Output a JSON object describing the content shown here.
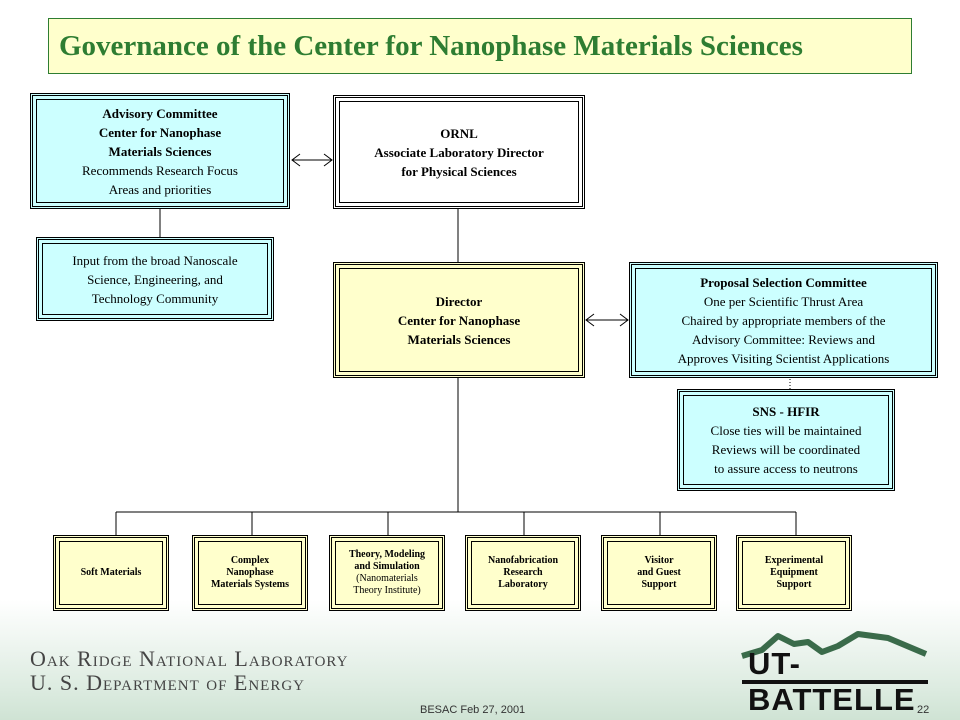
{
  "title": "Governance of the Center for Nanophase Materials Sciences",
  "advisory": {
    "lines_bold": [
      "Advisory Committee",
      "Center for Nanophase",
      "Materials Sciences"
    ],
    "lines": [
      "Recommends Research Focus",
      "Areas and priorities"
    ]
  },
  "ornl": {
    "lines_bold": [
      "ORNL",
      "Associate Laboratory Director",
      "for Physical Sciences"
    ]
  },
  "input": {
    "lines": [
      "Input from the broad Nanoscale",
      "Science, Engineering, and",
      "Technology Community"
    ]
  },
  "director": {
    "lines_bold": [
      "Director",
      "Center for Nanophase",
      "Materials Sciences"
    ]
  },
  "proposal": {
    "lines_bold": [
      "Proposal Selection Committee"
    ],
    "lines": [
      "One per Scientific Thrust Area",
      "Chaired by appropriate members of the",
      "Advisory Committee:   Reviews and",
      "Approves Visiting Scientist Applications"
    ]
  },
  "sns": {
    "lines_bold": [
      "SNS - HFIR"
    ],
    "lines": [
      "Close ties will be maintained",
      "Reviews will be coordinated",
      "to assure access to neutrons"
    ]
  },
  "units": [
    {
      "bold": [
        "Soft Materials"
      ],
      "normal": []
    },
    {
      "bold": [
        "Complex",
        "Nanophase",
        "Materials Systems"
      ],
      "normal": []
    },
    {
      "bold": [
        "Theory, Modeling",
        "and Simulation"
      ],
      "normal": [
        "(Nanomaterials",
        "Theory Institute)"
      ]
    },
    {
      "bold": [
        "Nanofabrication",
        "Research",
        "Laboratory"
      ],
      "normal": []
    },
    {
      "bold": [
        "Visitor",
        "and Guest",
        "Support"
      ],
      "normal": []
    },
    {
      "bold": [
        "Experimental",
        "Equipment",
        "Support"
      ],
      "normal": []
    }
  ],
  "footer": {
    "org_line1": "Oak Ridge National Laboratory",
    "org_line2": "U. S. Department of Energy",
    "date": "BESAC  Feb 27, 2001",
    "page": "22",
    "logo": "UT-BATTELLE"
  },
  "colors": {
    "title_green": "#2e7d32",
    "cyan": "#ccffff",
    "yellow": "#ffffcc"
  }
}
